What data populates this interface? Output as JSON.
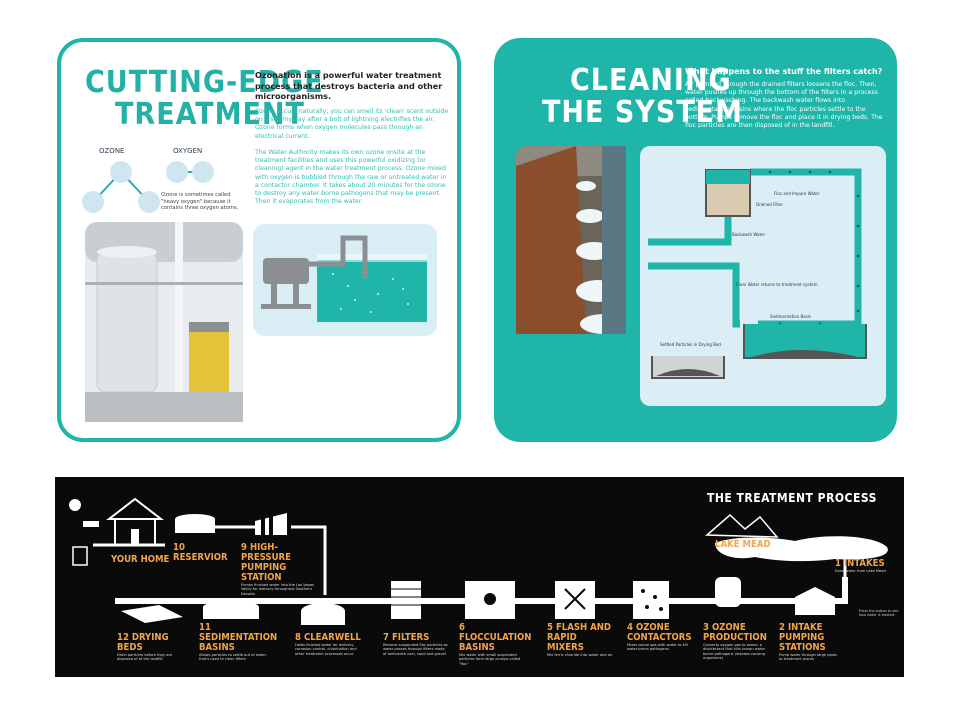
{
  "panel_left": {
    "title_line1": "CUTTING-EDGE",
    "title_line2": "TREATMENT",
    "lead": "Ozonation is a powerful water treatment process that destroys bacteria and other microorganisms.",
    "para1": "Ozone occurs naturally; you can smell its 'clean' scent outside on a stormy day after a bolt of lightning electrifies the air. Ozone forms when oxygen molecules pass through an electrical current.",
    "para2": "The Water Authority makes its own ozone onsite at the treatment facilities and uses this powerful oxidizing (or cleaning) agent in the water treatment process. Ozone mixed with oxygen is bubbled through the raw or untreated water in a contactor chamber. It takes about 20 minutes for the ozone to destroy any water-borne pathogens that may be present. Then it evaporates from the water.",
    "ozone_label": "OZONE",
    "oxygen_label": "OXYGEN",
    "ozone_note": "Ozone is sometimes called \"heavy oxygen\" because it contains three oxygen atoms."
  },
  "panel_right": {
    "title_line1": "CLEANING",
    "title_line2": "THE SYSTEM",
    "question": "What happens to the stuff the filters catch?",
    "answer": "Air pumped through the drained filters loosens the floc. Then, water pushes up through the bottom of the filters in a process called backwashing. The backwash water flows into sedimentation basins where the floc particles settle to the bottom. Pumps remove the floc and place it in drying beds. The floc particles are then disposed of in the landfill.",
    "diagram_labels": {
      "floc_water": "Floc and Impure Water",
      "drained_filter": "Drained Filter",
      "backwash_water": "Backwash Water",
      "clear_water": "Clear Water returns to treatment system",
      "sedimentation_basin": "Sedimentation Basin",
      "settled_particles": "Settled Particles in Drying Bed"
    }
  },
  "process": {
    "title": "THE TREATMENT PROCESS",
    "lake_label": "LAKE MEAD",
    "your_home": "YOUR HOME",
    "steps": [
      {
        "num": "1",
        "name": "INTAKES",
        "desc": "Draw water from Lake Mead"
      },
      {
        "num": "2",
        "name": "INTAKE PUMPING STATIONS",
        "desc": "Pump water through large pipes to treatment plants"
      },
      {
        "num": "3",
        "name": "OZONE PRODUCTION",
        "desc": "Converts oxygen gas to ozone, a disinfectant that kills known water-borne pathogens (disease-causing organisms)"
      },
      {
        "num": "4",
        "name": "OZONE CONTACTORS",
        "desc": "Mixes ozone gas with water to kill water-borne pathogens"
      },
      {
        "num": "5",
        "name": "FLASH AND RAPID MIXERS",
        "desc": "Mix ferric chloride into water and air"
      },
      {
        "num": "6",
        "name": "FLOCCULATION BASINS",
        "desc": "Mix water with small suspended particles form large clumps called \"floc\""
      },
      {
        "num": "7",
        "name": "FILTERS",
        "desc": "Remove suspended floc particles as water passes through filters made of anthracite coal, sand and gravel"
      },
      {
        "num": "8",
        "name": "CLEARWELL",
        "desc": "Holds finished water for delivery, corrosion control, chlorination and other treatment processes occur"
      },
      {
        "num": "9",
        "name": "HIGH-PRESSURE PUMPING STATION",
        "desc": "Pumps finished water into the Las Vegas Valley for delivery throughout Southern Nevada"
      },
      {
        "num": "10",
        "name": "RESERVIOR",
        "desc": ""
      },
      {
        "num": "11",
        "name": "SEDIMENTATION BASINS",
        "desc": "Allows particles to settle out of water that's used to clean filters"
      },
      {
        "num": "12",
        "name": "DRYING BEDS",
        "desc": "Drain particles before they are disposed of at the landfill"
      }
    ],
    "button_note": "Press the button to see how water is treated."
  }
}
